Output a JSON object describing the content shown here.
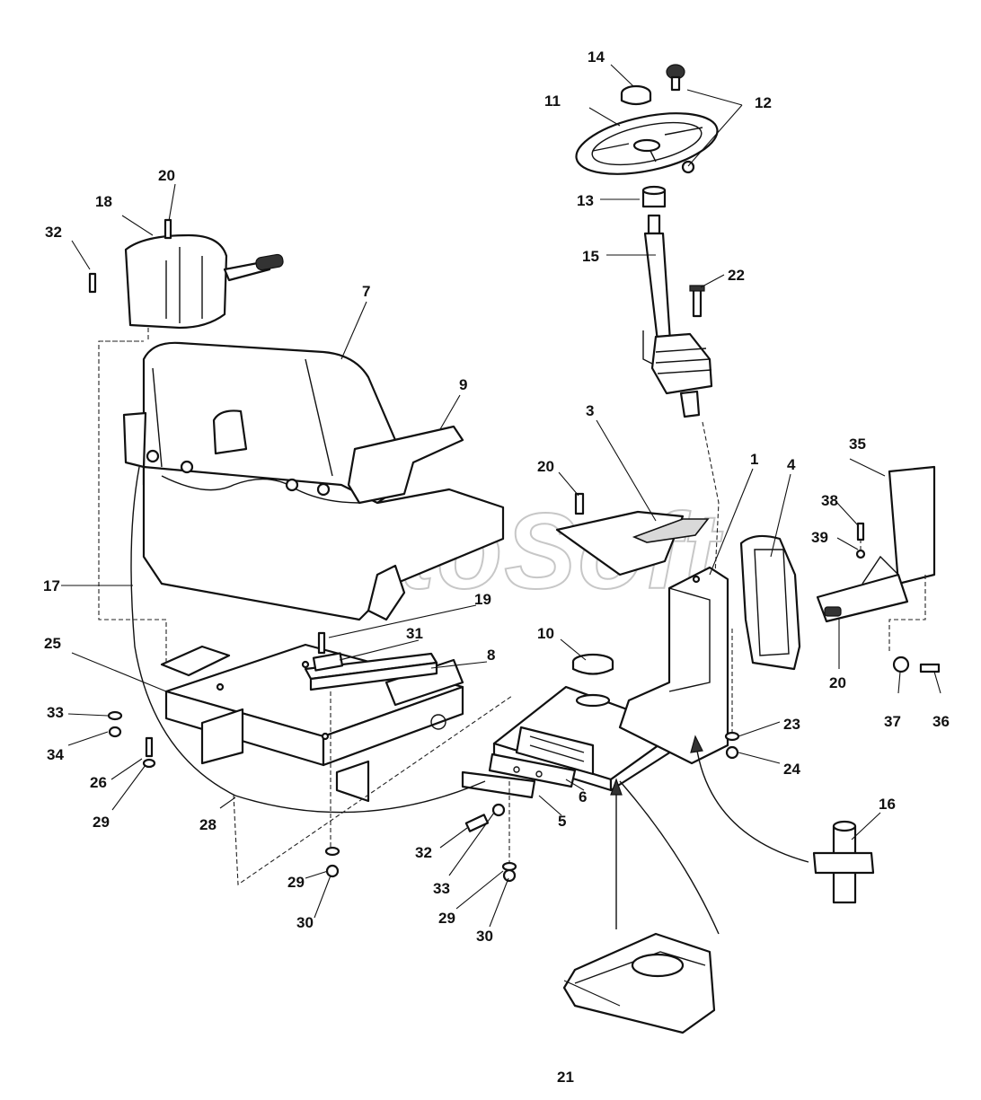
{
  "watermark": "AutoSoft",
  "callouts": {
    "c1": "1",
    "c3": "3",
    "c4": "4",
    "c5": "5",
    "c6": "6",
    "c7": "7",
    "c8": "8",
    "c9": "9",
    "c10": "10",
    "c11": "11",
    "c12": "12",
    "c13": "13",
    "c14": "14",
    "c15": "15",
    "c16": "16",
    "c17": "17",
    "c18": "18",
    "c19": "19",
    "c20a": "20",
    "c20b": "20",
    "c20c": "20",
    "c21": "21",
    "c22": "22",
    "c23": "23",
    "c24": "24",
    "c25": "25",
    "c26": "26",
    "c28": "28",
    "c29a": "29",
    "c29b": "29",
    "c29c": "29",
    "c30a": "30",
    "c30b": "30",
    "c31": "31",
    "c32a": "32",
    "c32b": "32",
    "c33a": "33",
    "c33b": "33",
    "c34": "34",
    "c35": "35",
    "c36": "36",
    "c37": "37",
    "c38": "38",
    "c39": "39"
  }
}
